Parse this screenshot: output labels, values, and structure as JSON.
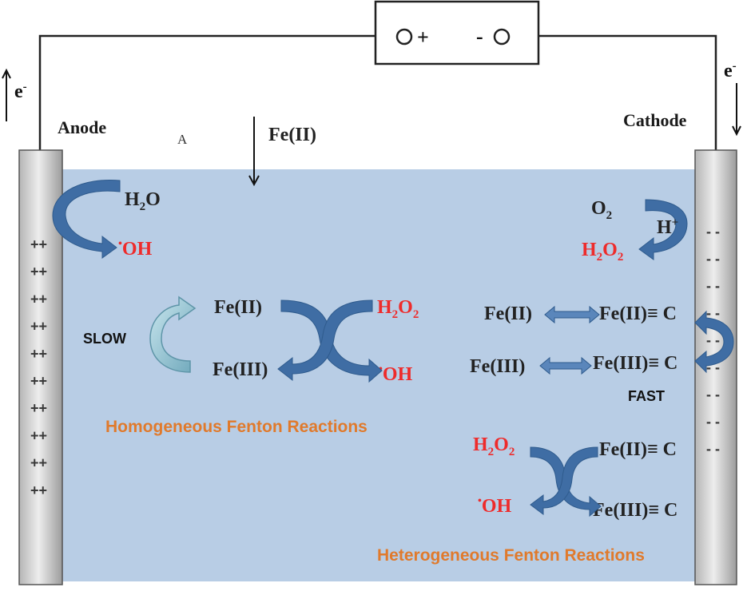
{
  "labels": {
    "anode": "Anode",
    "cathode": "Cathode",
    "marker_a": "A",
    "electron": "e",
    "electron_sup": "-",
    "plus": "+",
    "minus": "-",
    "fe2_feed": "Fe(II)",
    "slow": "SLOW",
    "fast": "FAST",
    "homogeneous": "Homogeneous Fenton Reactions",
    "heterogeneous": "Heterogeneous Fenton Reactions"
  },
  "anode_charges": [
    "++",
    "++",
    "++",
    "++",
    "++",
    "++",
    "++",
    "++",
    "++",
    "++"
  ],
  "cathode_charges": [
    "- -",
    "- -",
    "- -",
    "- -",
    "- -",
    "- -",
    "- -",
    "- -",
    "- -"
  ],
  "species": {
    "h2o_H": "H",
    "h2o_sub": "2",
    "h2o_O": "O",
    "oh_dot": "•",
    "oh": "OH",
    "o2_O": "O",
    "o2_sub": "2",
    "h_plus": "H",
    "h_plus_sup": "+",
    "h2o2_H": "H",
    "h2o2_sub1": "2",
    "h2o2_O": "O",
    "h2o2_sub2": "2",
    "fe2": "Fe(II)",
    "fe3": "Fe(III)",
    "fe2c": "Fe(II)≡ C",
    "fe3c": "Fe(III)≡ C"
  },
  "colors": {
    "solution": "#b7cce4",
    "arrow": "#3f6da4",
    "arrow_light": "#7fb4c7",
    "red": "#ee2b2b",
    "orange": "#e07a2c",
    "electrode": "#d6d6d6"
  }
}
